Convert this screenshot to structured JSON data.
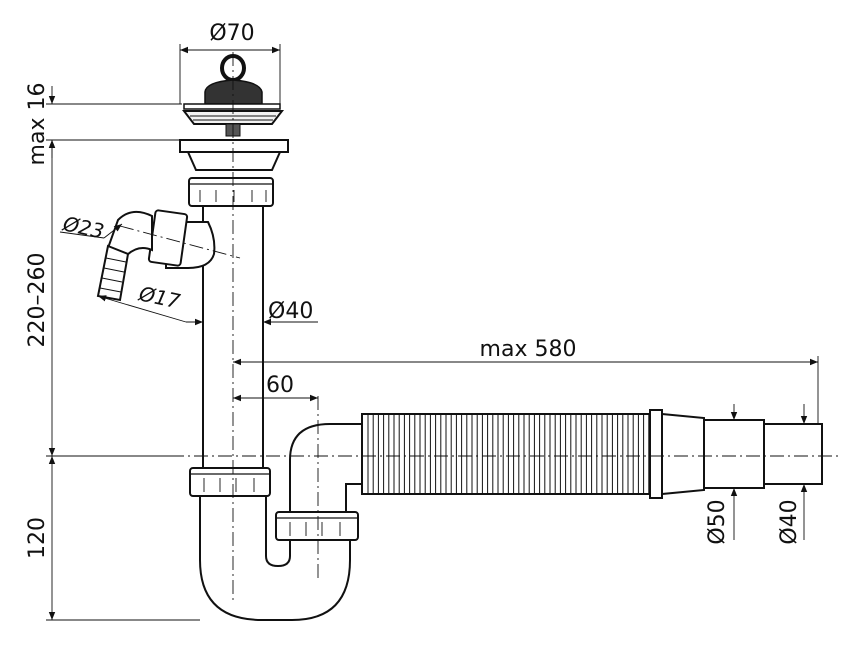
{
  "diagram": {
    "dimensions": {
      "diameter_strainer": "Ø70",
      "max_height_strainer": "max 16",
      "height_range": "220–260",
      "diameter_hose_outer": "Ø23",
      "diameter_hose_inner": "Ø17",
      "diameter_pipe": "Ø40",
      "max_length": "max 580",
      "offset": "60",
      "height_trap": "120",
      "diameter_outlet_large": "Ø50",
      "diameter_outlet_small": "Ø40"
    }
  }
}
